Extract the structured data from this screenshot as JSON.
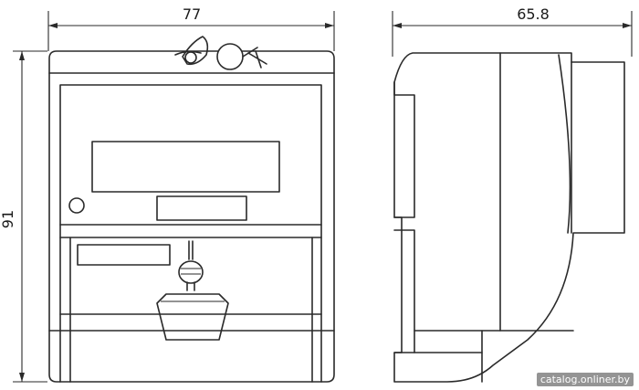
{
  "dimensions": {
    "front_width": "77",
    "side_depth": "65.8",
    "height": "91"
  },
  "watermark": "catalog.onliner.by"
}
